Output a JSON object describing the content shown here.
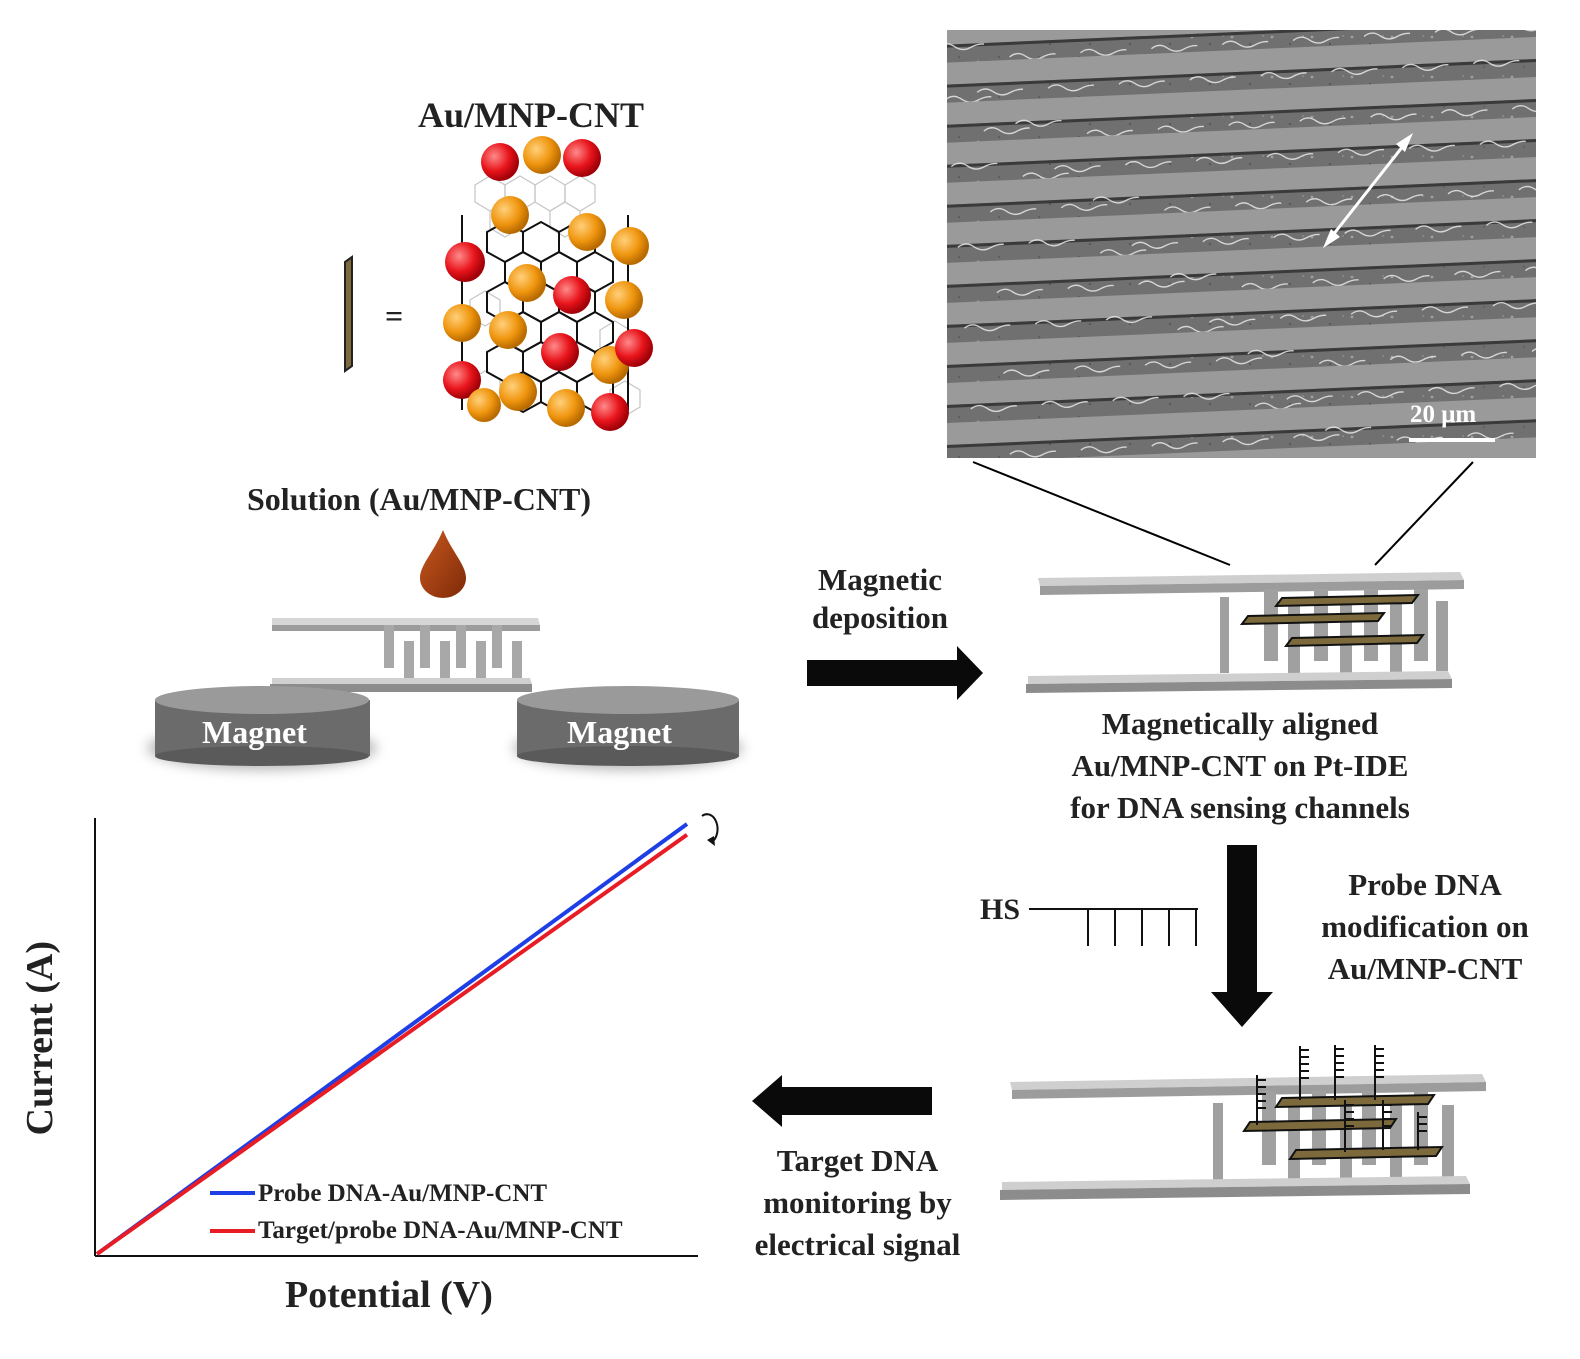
{
  "labels": {
    "composite_title": "Au/MNP-CNT",
    "equals_sign": "=",
    "solution": "Solution (Au/MNP-CNT)",
    "magnet_left": "Magnet",
    "magnet_right": "Magnet",
    "step1_line1": "Magnetic",
    "step1_line2": "deposition",
    "aligned_line1": "Magnetically aligned",
    "aligned_line2": "Au/MNP-CNT on Pt-IDE",
    "aligned_line3": "for DNA sensing channels",
    "thiol_label": "HS",
    "step2_line1": "Probe DNA",
    "step2_line2": "modification on",
    "step2_line3": "Au/MNP-CNT",
    "step3_line1": "Target DNA",
    "step3_line2": "monitoring by",
    "step3_line3": "electrical signal",
    "scale_bar": "20 μm"
  },
  "colors": {
    "gold_particle": "#f0960f",
    "red_particle": "#e8141b",
    "cnt_rod": "#7d6a3c",
    "electrode_gray": "#9c9c9c",
    "magnet_gray": "#6b6b6b",
    "droplet": "#a33b12",
    "probe_line": "#1f3fe6",
    "target_line": "#e81c24"
  },
  "chart_data": {
    "type": "line",
    "xlabel": "Potential (V)",
    "ylabel": "Current (A)",
    "x_ticks": [],
    "y_ticks": [],
    "grid": false,
    "legend_position": "bottom",
    "series": [
      {
        "name": "Probe DNA-Au/MNP-CNT",
        "color": "#1f3fe6",
        "x": [
          0,
          1
        ],
        "y": [
          0,
          1.0
        ]
      },
      {
        "name": "Target/probe DNA-Au/MNP-CNT",
        "color": "#e81c24",
        "x": [
          0,
          1
        ],
        "y": [
          0,
          0.975
        ]
      }
    ]
  }
}
